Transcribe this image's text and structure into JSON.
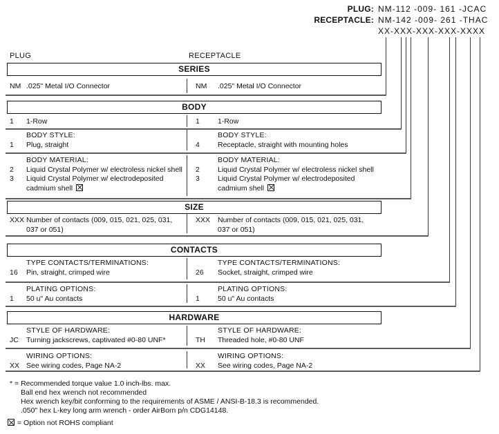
{
  "part_numbers": {
    "plug_label": "PLUG:",
    "plug_value": "NM-112 -009- 161 -JCAC",
    "receptacle_label": "RECEPTACLE:",
    "receptacle_value": "NM-142 -009- 261 -THAC",
    "mask": "XX-XXX-XXX-XXX-XXXX"
  },
  "column_headers": {
    "left": "PLUG",
    "right": "RECEPTACLE"
  },
  "series": {
    "title": "SERIES",
    "left": {
      "code": "NM",
      "desc": ".025\" Metal I/O Connector"
    },
    "right": {
      "code": "NM",
      "desc": ".025\" Metal I/O Connector"
    }
  },
  "body": {
    "title": "BODY",
    "row": {
      "left": {
        "code": "1",
        "desc": "1-Row"
      },
      "right": {
        "code": "1",
        "desc": "1-Row"
      }
    },
    "style": {
      "label": "BODY STYLE:",
      "left": {
        "code": "1",
        "desc": "Plug, straight"
      },
      "right": {
        "code": "4",
        "desc": "Receptacle, straight with mounting holes"
      }
    },
    "material": {
      "label": "BODY MATERIAL:",
      "left": [
        {
          "code": "2",
          "desc": "Liquid Crystal Polymer w/ electroless nickel shell"
        },
        {
          "code": "3",
          "desc": "Liquid Crystal Polymer w/ electrodeposited",
          "desc2": "cadmium shell"
        }
      ],
      "right": [
        {
          "code": "2",
          "desc": "Liquid Crystal Polymer w/ electroless nickel shell"
        },
        {
          "code": "3",
          "desc": "Liquid Crystal Polymer w/ electrodeposited",
          "desc2": "cadmium shell"
        }
      ]
    }
  },
  "size": {
    "title": "SIZE",
    "left": {
      "code": "XXX",
      "desc": "Number of contacts (009, 015, 021, 025, 031,",
      "desc2": "037 or 051)"
    },
    "right": {
      "code": "XXX",
      "desc": "Number of contacts (009, 015, 021, 025, 031,",
      "desc2": "037 or 051)"
    }
  },
  "contacts": {
    "title": "CONTACTS",
    "type": {
      "label": "TYPE CONTACTS/TERMINATIONS:",
      "left": {
        "code": "16",
        "desc": "Pin, straight, crimped wire"
      },
      "right": {
        "code": "26",
        "desc": "Socket, straight, crimped wire"
      }
    },
    "plating": {
      "label": "PLATING OPTIONS:",
      "left": {
        "code": "1",
        "desc": "50 u\" Au contacts"
      },
      "right": {
        "code": "1",
        "desc": "50 u\" Au contacts"
      }
    }
  },
  "hardware": {
    "title": "HARDWARE",
    "style": {
      "label": "STYLE OF HARDWARE:",
      "left": {
        "code": "JC",
        "desc": "Turning jackscrews, captivated #0-80 UNF*"
      },
      "right": {
        "code": "TH",
        "desc": "Threaded hole, #0-80 UNF"
      }
    },
    "wiring": {
      "label": "WIRING OPTIONS:",
      "left": {
        "code": "XX",
        "desc": "See wiring codes, Page NA-2"
      },
      "right": {
        "code": "XX",
        "desc": "See wiring codes, Page NA-2"
      }
    }
  },
  "footnotes": {
    "star_prefix": "* =",
    "lines": [
      "Recommended torque value 1.0 inch-lbs. max.",
      "Ball end hex wrench not recommended",
      "Hex wrench key/bit conforming to the requirements of ASME / ANSI-B-18.3 is recommended.",
      ".050\" hex L-key long arm wrench - order AirBorn p/n CDG14148."
    ],
    "rohs_line": "= Option not ROHS compliant"
  },
  "icons": {
    "not_rohs": "boxed-x"
  }
}
